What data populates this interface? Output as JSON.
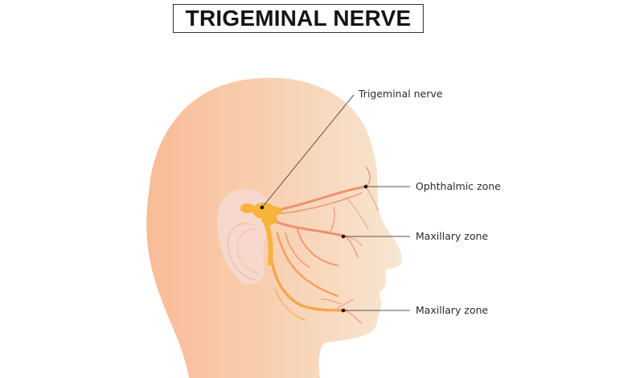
{
  "title": "TRIGEMINAL NERVE",
  "labels": {
    "trigeminal": "Trigeminal nerve",
    "ophthalmic": "Ophthalmic zone",
    "maxillary_upper": "Maxillary zone",
    "maxillary_lower": "Maxillary zone"
  },
  "colors": {
    "skin_left": "#f9bf9a",
    "skin_right": "#f7e2cb",
    "nerve_main": "#f7b443",
    "nerve_branch": "#f08a6a",
    "ear": "#f7d8cf",
    "leader_line": "#555555"
  }
}
